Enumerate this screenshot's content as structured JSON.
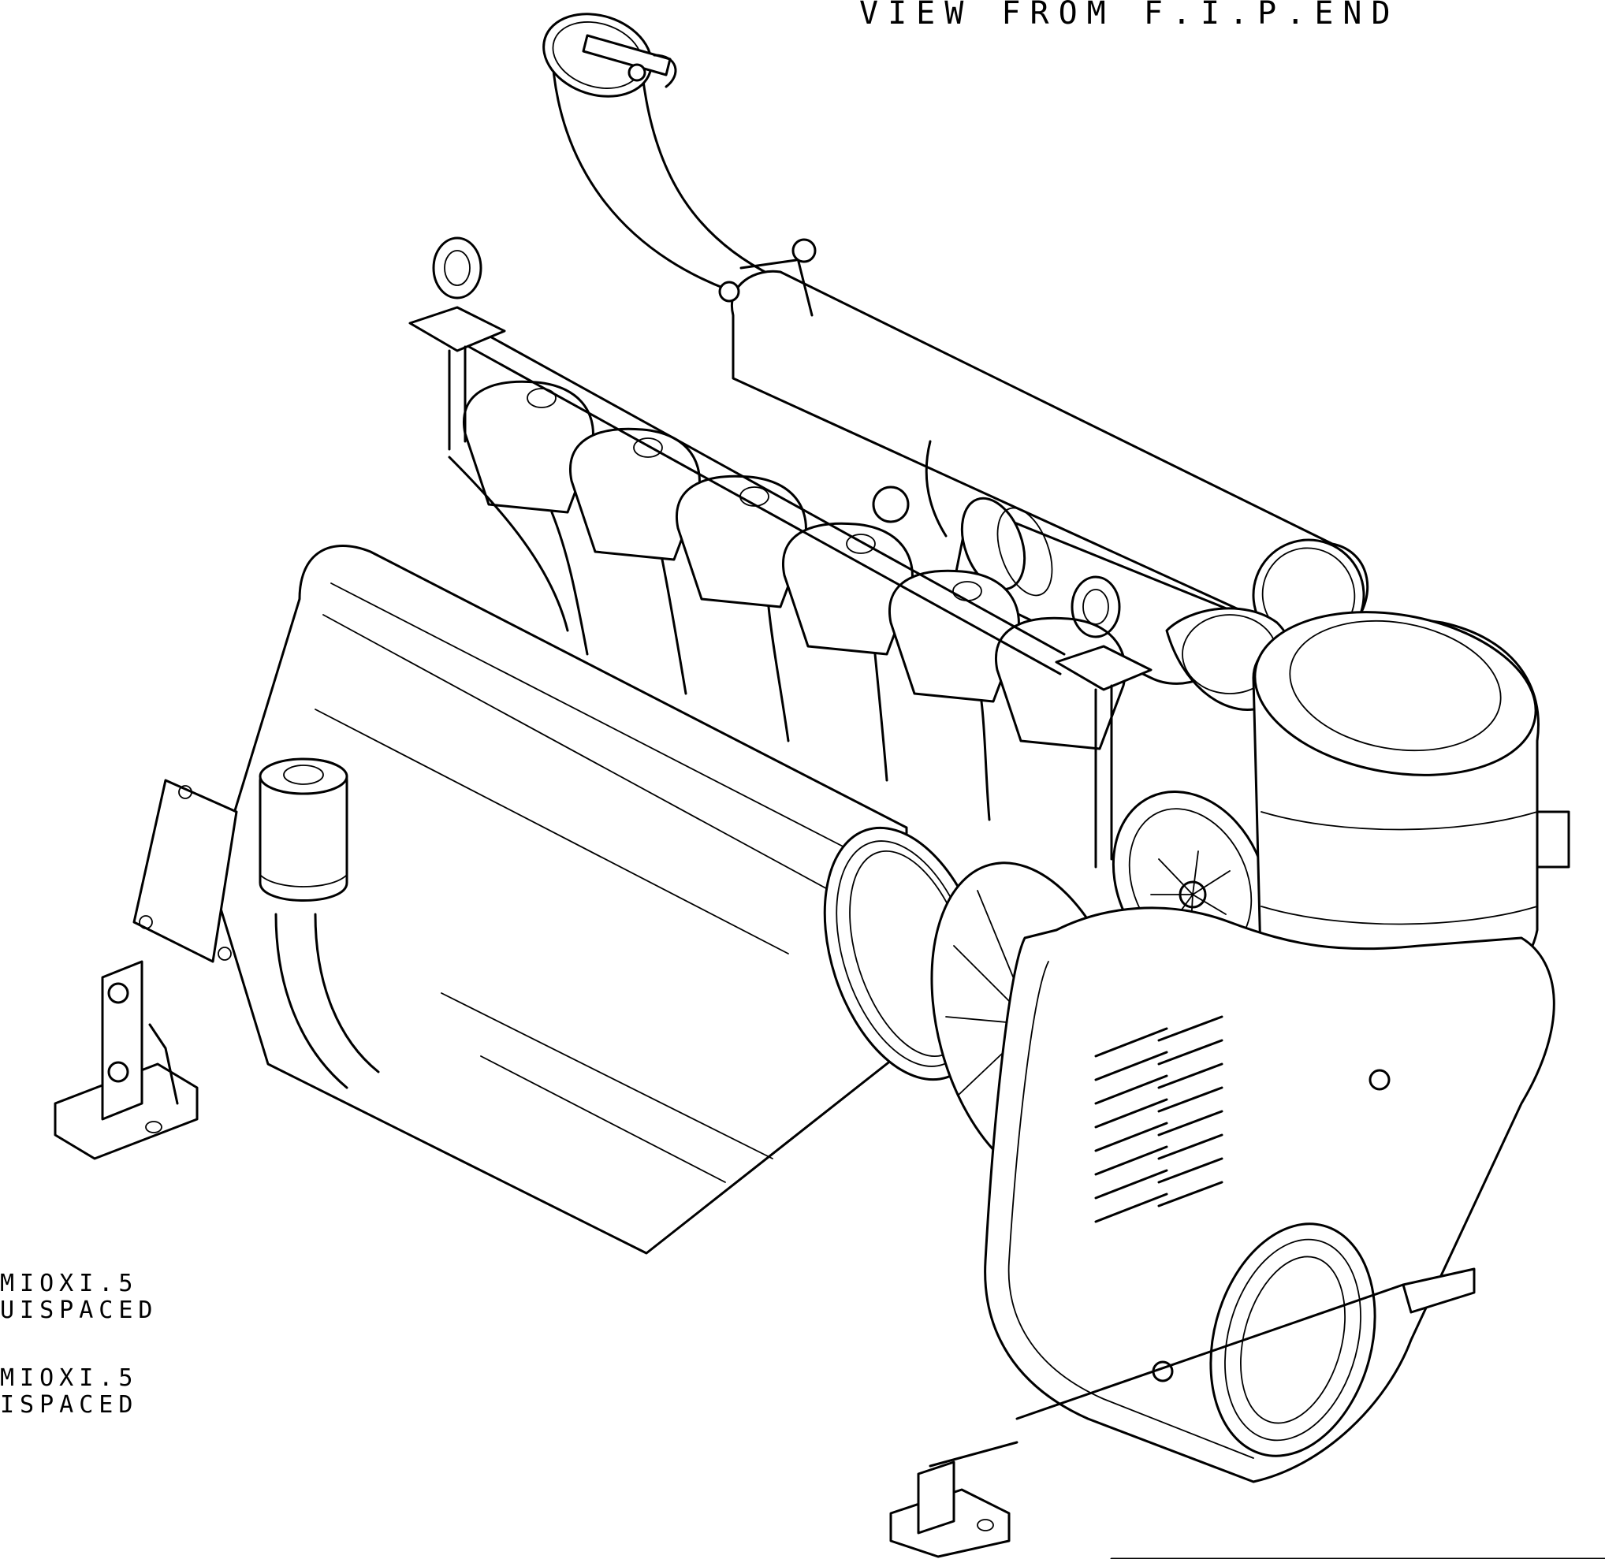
{
  "drawing": {
    "view_title": "VIEW FROM F.I.P.END",
    "notes": [
      {
        "line1": "MIOXI.5",
        "line2": "UISPACED"
      },
      {
        "line1": "MIOXI.5",
        "line2": "ISPACED"
      }
    ]
  },
  "colors": {
    "line": "#000000",
    "background": "#ffffff"
  },
  "icons": [
    "engine-line-drawing"
  ]
}
